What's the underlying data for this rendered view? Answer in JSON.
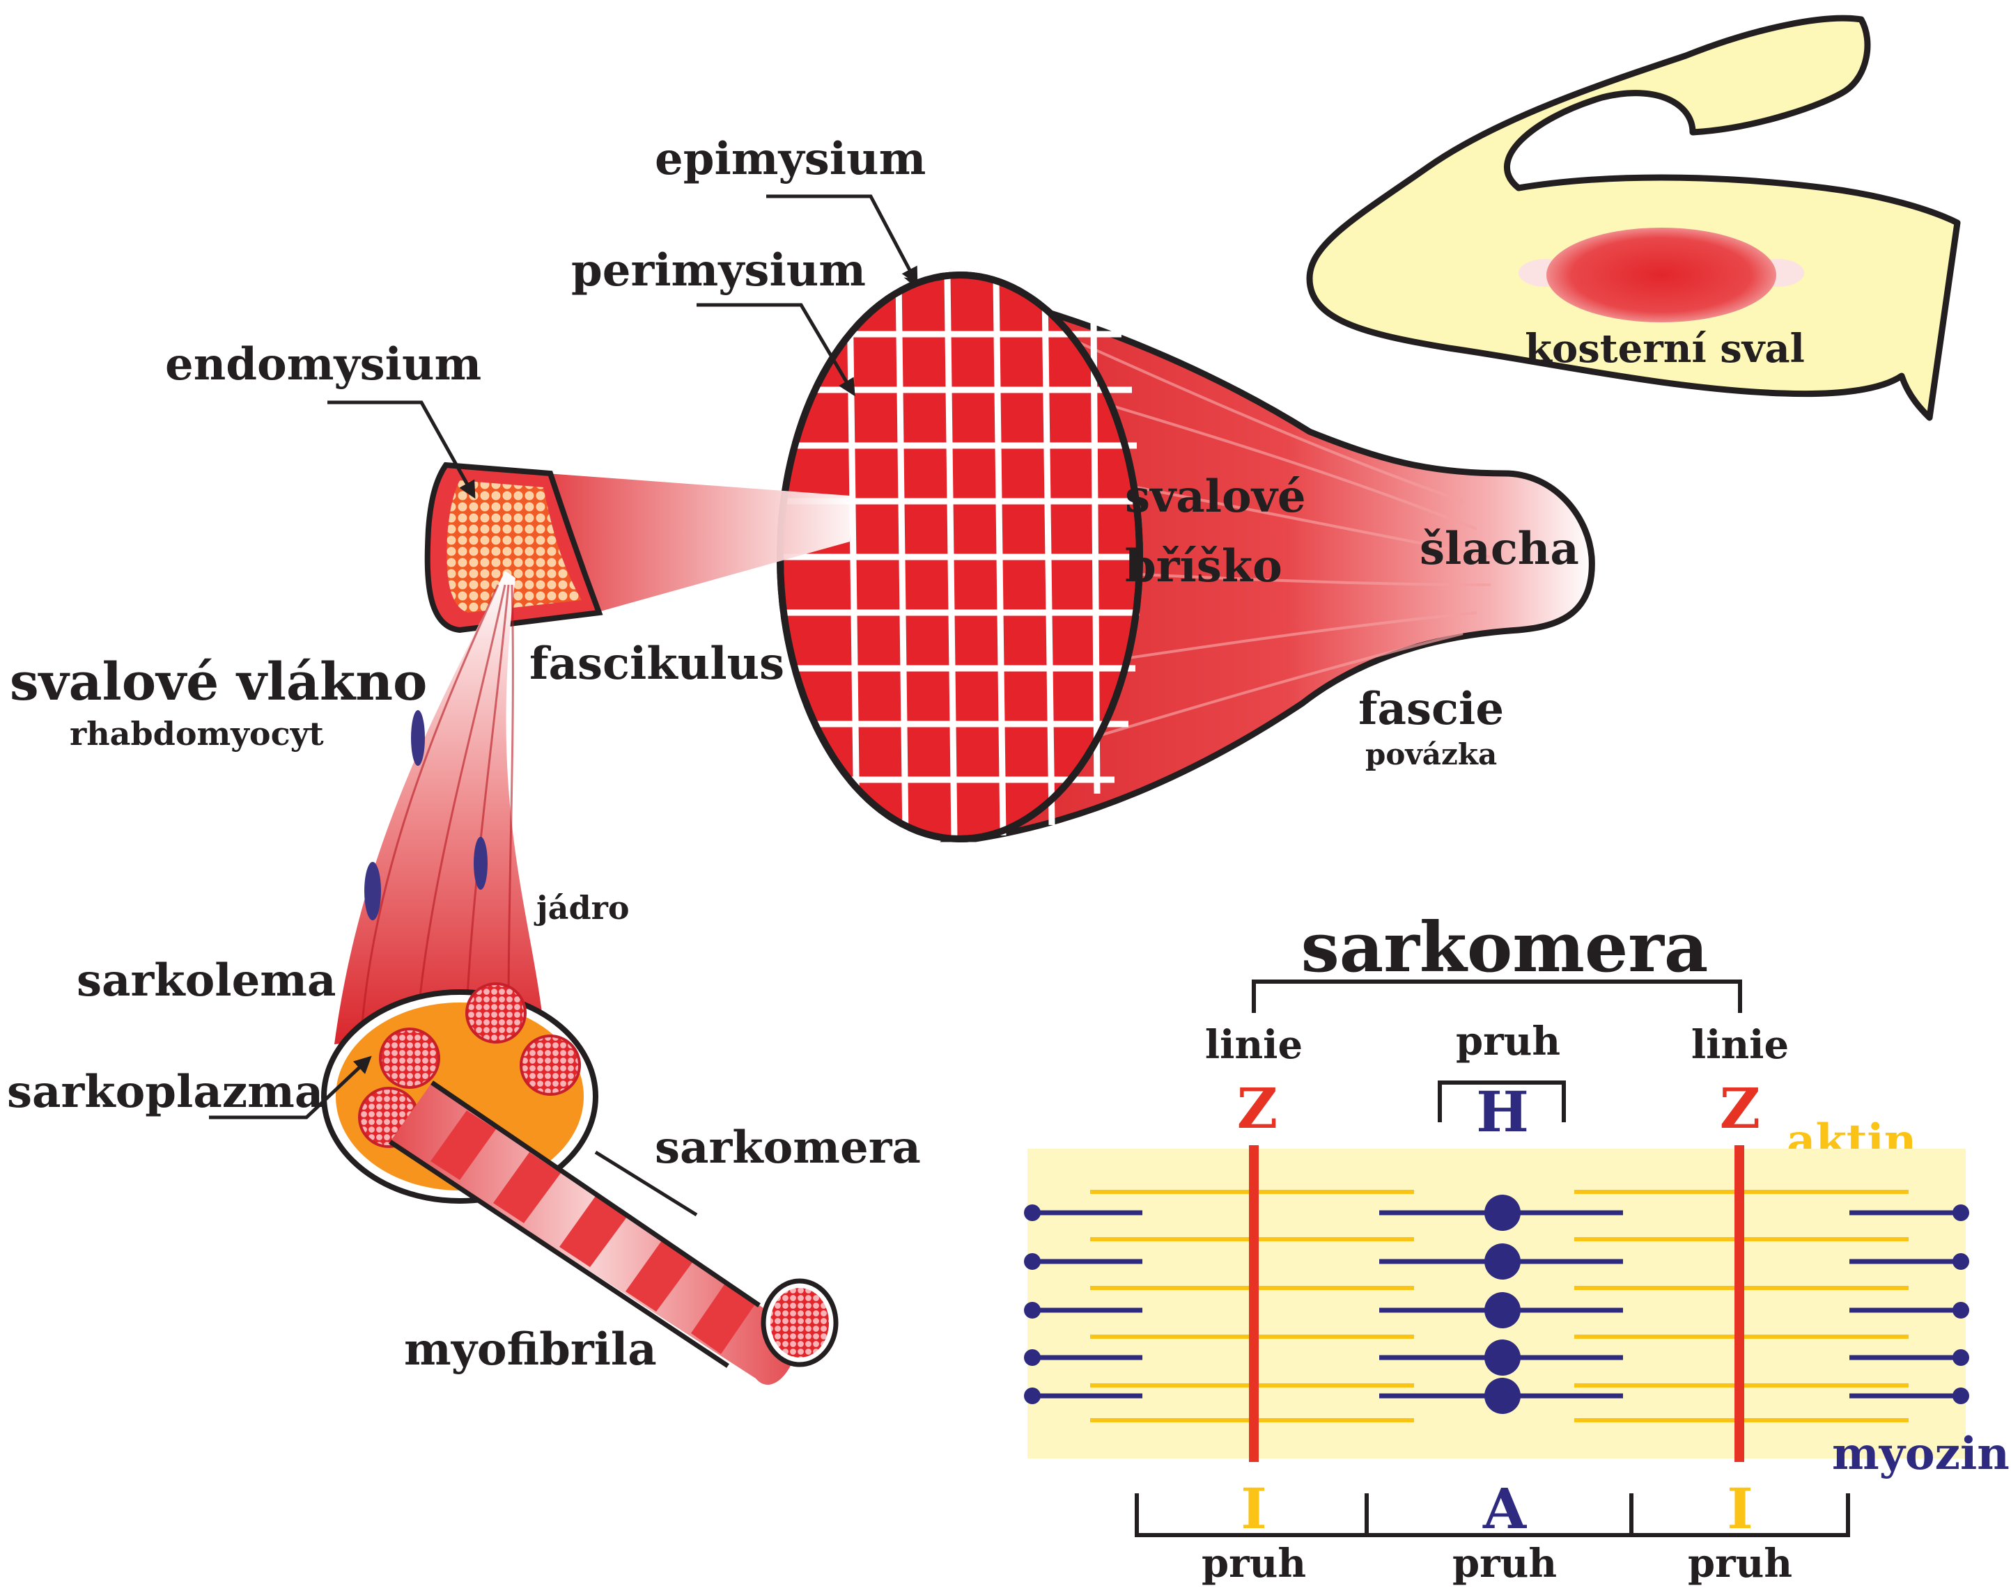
{
  "labels": {
    "epimysium": "epimysium",
    "perimysium": "perimysium",
    "endomysium": "endomysium",
    "svalove_vlakno": "svalové vlákno",
    "rhabdomyocyt": "rhabdomyocyt",
    "fascikulus": "fascikulus",
    "svalove": "svalové",
    "brisko": "bříško",
    "slacha": "šlacha",
    "fascie": "fascie",
    "povazka": "povázka",
    "kosterni_sval": "kosterní sval",
    "jadro": "jádro",
    "sarkolema": "sarkolema",
    "sarkoplazma": "sarkoplazma",
    "sarkomera_small": "sarkomera",
    "myofibrila": "myofibrila"
  },
  "sarcomere": {
    "title": "sarkomera",
    "linie_left": "linie",
    "linie_right": "linie",
    "pruh_top": "pruh",
    "z_left": "Z",
    "z_right": "Z",
    "h": "H",
    "aktin": "aktin",
    "myozin": "myozin",
    "i_left": "I",
    "a": "A",
    "i_right": "I",
    "pruh_bottom_left": "pruh",
    "pruh_bottom_mid": "pruh",
    "pruh_bottom_right": "pruh"
  },
  "colors": {
    "muscle_red": "#e63a3e",
    "dark_red": "#c8202a",
    "skin_yellow": "#fdf7b8",
    "sarcomere_bg": "#fff7c2",
    "actin_yellow": "#fbc315",
    "myosin_navy": "#2e2a80",
    "z_red": "#e63323",
    "sarcoplasm_orange": "#f7941d",
    "outline": "#231f20"
  }
}
